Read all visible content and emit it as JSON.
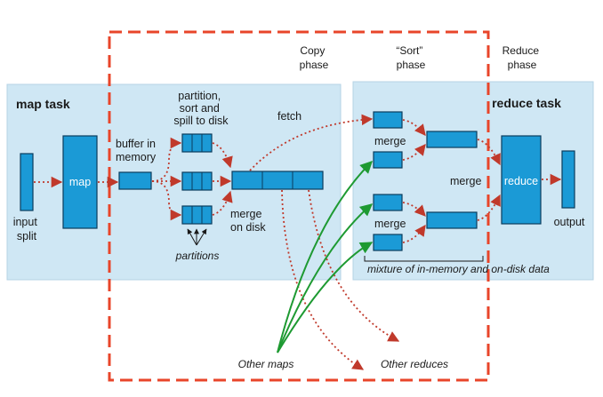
{
  "colors": {
    "panel": "#cfe7f4",
    "box_fill": "#1b9ad6",
    "box_stroke": "#0b3c5d",
    "red_arrow": "#c0392b",
    "green_arrow": "#1e9a32",
    "dashed_border": "#e8452a"
  },
  "phases": {
    "copy": [
      "Copy",
      "phase"
    ],
    "sort": [
      "“Sort”",
      "phase"
    ],
    "reduce": [
      "Reduce",
      "phase"
    ]
  },
  "map_side": {
    "title": "map task",
    "input_split": [
      "input",
      "split"
    ],
    "map": "map",
    "buffer": [
      "buffer in",
      "memory"
    ],
    "partition": [
      "partition,",
      "sort and",
      "spill to disk"
    ],
    "partitions": "partitions",
    "merge_on_disk": [
      "merge",
      "on disk"
    ],
    "fetch": "fetch"
  },
  "reduce_side": {
    "title": "reduce task",
    "merge_top": "merge",
    "merge_bottom": "merge",
    "merge_right": "merge",
    "reduce": "reduce",
    "output": "output",
    "mixture": "mixture of in-memory and on-disk data"
  },
  "external": {
    "other_maps": "Other maps",
    "other_reduces": "Other reduces"
  }
}
